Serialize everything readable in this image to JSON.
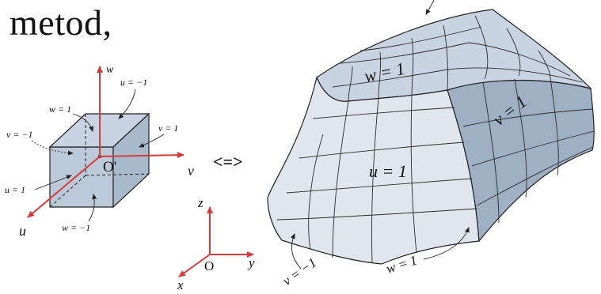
{
  "heading": "metod,",
  "equivalence": "<=>",
  "colors": {
    "axis": "#d83a3a",
    "face_front": "#bcc9d9",
    "face_top": "#c9d4e2",
    "face_side": "#a9b9cc",
    "surface_light": "#dfe6ee",
    "surface_mid": "#c6d1de",
    "surface_dark": "#9fb0c4",
    "grid": "#2c2c2c"
  },
  "cube": {
    "axis_w": "w",
    "axis_v": "v",
    "axis_u": "u",
    "origin": "O'",
    "face_labels": {
      "w_top": "w = 1",
      "u_back": "u = −1",
      "v_left": "v = −1",
      "v_right": "v = 1",
      "u_front": "u = 1",
      "w_bottom": "w = −1"
    }
  },
  "frame": {
    "axis_z": "z",
    "axis_y": "y",
    "axis_x": "x",
    "origin": "O"
  },
  "surface": {
    "label_w_top": "w = 1",
    "label_v_side": "v = 1",
    "label_u_front": "u = 1",
    "label_v_bottom": "v = −1",
    "label_w_bottom": "w = 1"
  }
}
